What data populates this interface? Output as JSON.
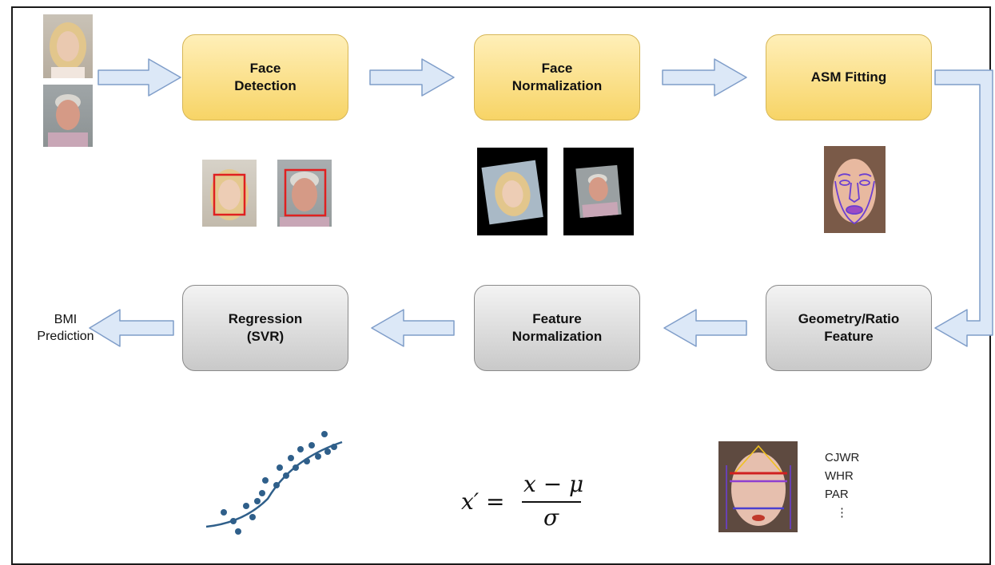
{
  "steps": {
    "face_detection": "Face\nDetection",
    "face_normalization": "Face\nNormalization",
    "asm_fitting": "ASM Fitting",
    "geometry_ratio_feature": "Geometry/Ratio\nFeature",
    "feature_normalization": "Feature\nNormalization",
    "regression": "Regression\n(SVR)"
  },
  "output_label": "BMI\nPrediction",
  "features": [
    "CJWR",
    "WHR",
    "PAR",
    "⋮"
  ],
  "formula": {
    "lhs": "x′ =",
    "numerator": "x − μ",
    "denominator": "σ"
  },
  "colors": {
    "process_yellow": "#f7d466",
    "process_gray": "#c9c9c9",
    "arrow_fill": "#dce8f7",
    "arrow_stroke": "#7f9dc9",
    "detection_box": "#e02020",
    "landmark": "#6b3fd1",
    "scatter_dots": "#2f5f8a"
  }
}
